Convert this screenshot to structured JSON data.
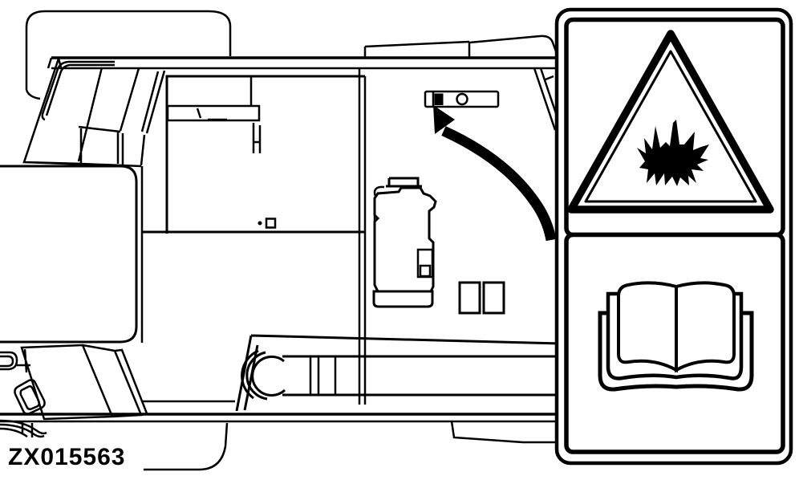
{
  "figure": {
    "code": "ZX015563",
    "background_color": "#ffffff",
    "line_color": "#000000"
  },
  "illustration": {
    "subject": "excavator-top-view",
    "label_location_strip": "warning-decal-location-strip",
    "pointer_arrow": "curved-pointer-arrow"
  },
  "warning_label": {
    "panel": "safety-decal-panel",
    "top_cell_icon": "explosion-fire-hazard-triangle-icon",
    "bottom_cell_icon": "read-operators-manual-book-icon"
  }
}
